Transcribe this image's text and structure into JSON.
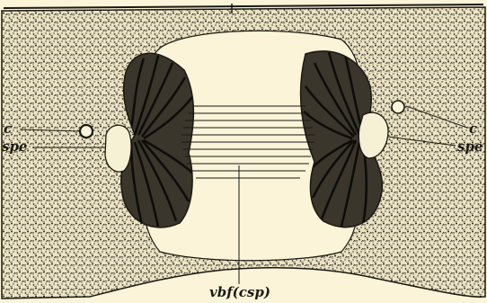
{
  "figure": {
    "labels": {
      "c_left": "c",
      "spe_left": "spe",
      "c_right": "c",
      "spe_right": "spe",
      "vbf": "vbf(csp)"
    }
  },
  "colors": {
    "paper": "#fbf4d8",
    "ink": "#1a1812",
    "stipple": "#2c2a22"
  }
}
